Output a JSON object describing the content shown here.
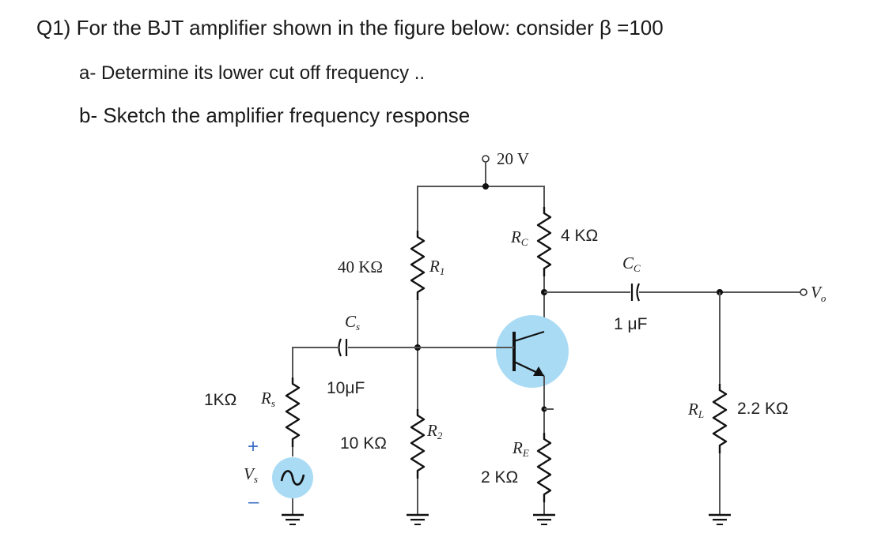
{
  "question": {
    "title": "Q1)  For the BJT amplifier shown in the figure below: consider β =100",
    "part_a": "a-  Determine its lower cut off frequency ..",
    "part_b": "b- Sketch the amplifier frequency response"
  },
  "circuit": {
    "supply": "20 V",
    "r1_value": "40 KΩ",
    "r2_value": "10 KΩ",
    "rc_value": "4 KΩ",
    "re_value": "2 KΩ",
    "rs_value": "1KΩ",
    "rl_value": "2.2 KΩ",
    "cs_value": "10μF",
    "cc_value": "1 μF",
    "vs_plus": "+",
    "vs_minus": "–",
    "colors": {
      "highlight": "#a9dbf5",
      "wire": "#555555"
    }
  }
}
